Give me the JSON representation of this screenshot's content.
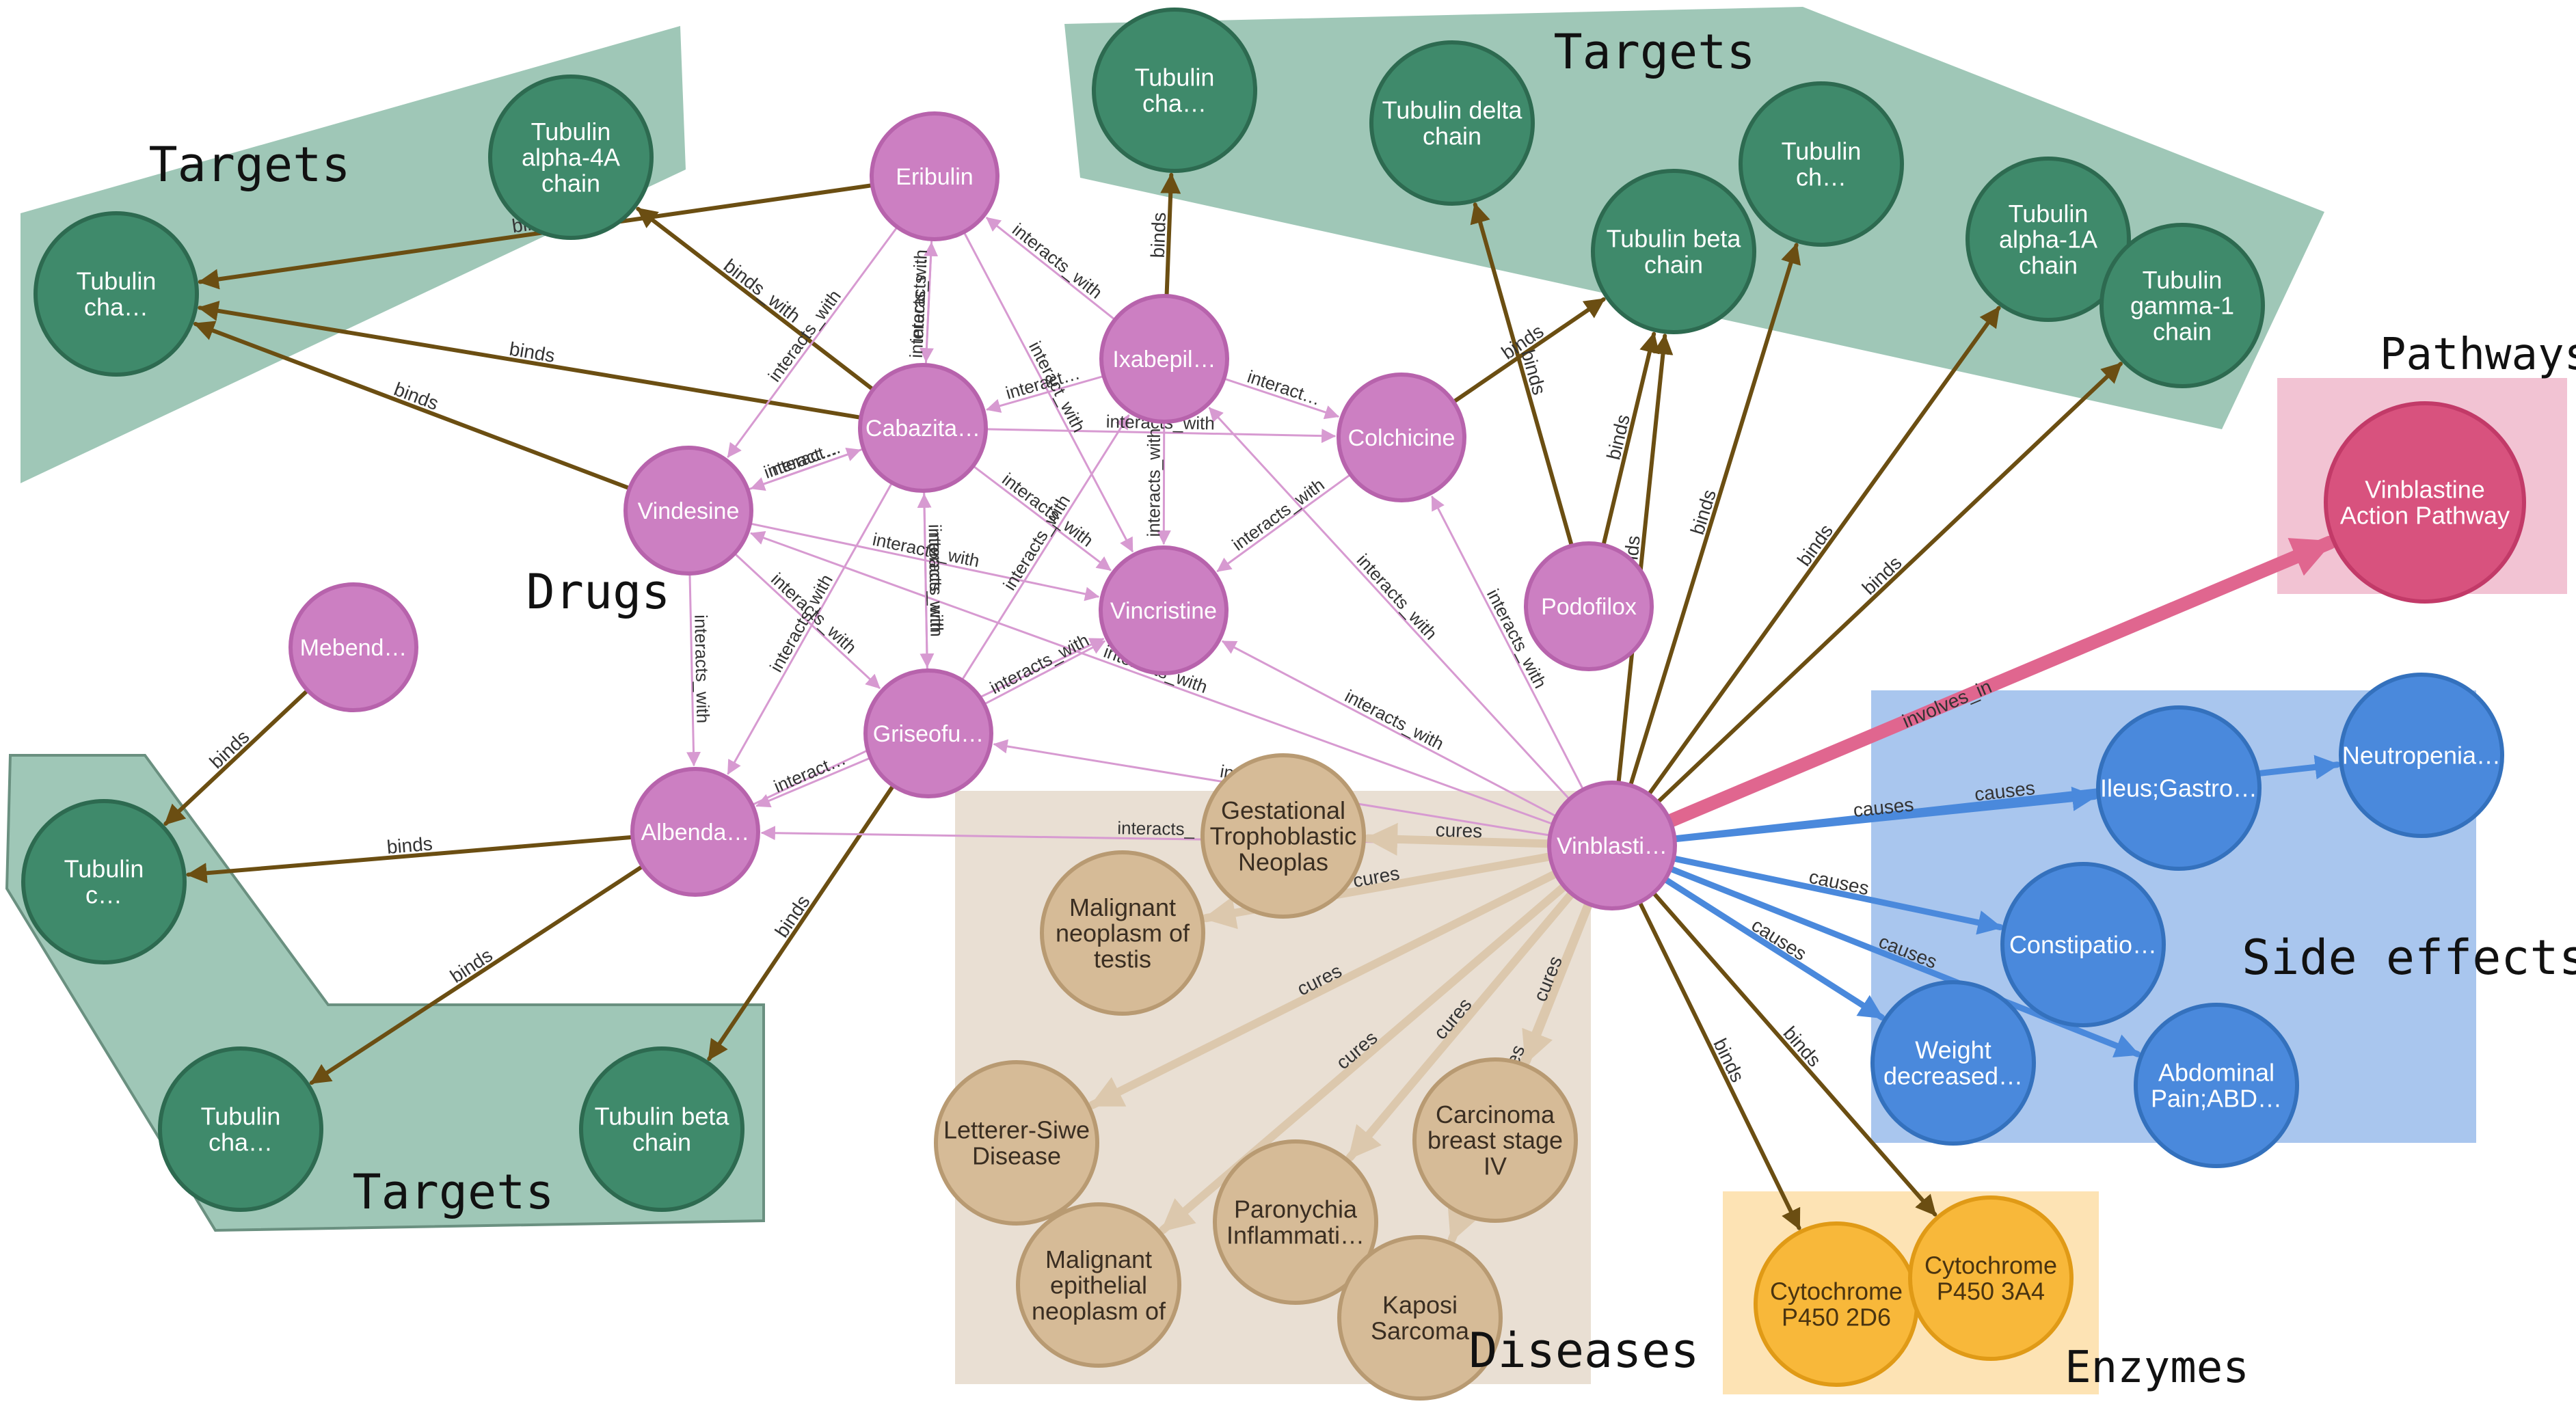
{
  "colors": {
    "target": "#3f8a6b",
    "target_region": "#9fc7b7",
    "drug": "#cc7fc2",
    "disease": "#d6bb97",
    "disease_region": "#e9dfd3",
    "side_effect": "#4a89dc",
    "side_effect_region": "#a9c6ee",
    "enzyme": "#f8b83a",
    "enzyme_region": "#fde3b4",
    "pathway": "#d8527e",
    "pathway_region": "#f2c3d3",
    "binds_edge": "#6b4e12",
    "interacts_edge": "#d79ad1",
    "cures_edge": "#dcc8ad",
    "causes_edge": "#4a89dc",
    "involves_edge": "#e0668f"
  },
  "regions": [
    {
      "id": "targets_tl",
      "label": "Targets",
      "kind": "target"
    },
    {
      "id": "targets_top",
      "label": "Targets",
      "kind": "target"
    },
    {
      "id": "targets_bl",
      "label": "Targets",
      "kind": "target"
    },
    {
      "id": "pathways",
      "label": "Pathways",
      "kind": "pathway"
    },
    {
      "id": "side_effects",
      "label": "Side effects",
      "kind": "side_effect"
    },
    {
      "id": "diseases",
      "label": "Diseases",
      "kind": "disease"
    },
    {
      "id": "enzymes",
      "label": "Enzymes",
      "kind": "enzyme"
    },
    {
      "id": "drugs",
      "label": "Drugs",
      "kind": "drug"
    }
  ],
  "nodes": [
    {
      "id": "t_alpha4a",
      "lines": [
        "Tubulin",
        "alpha-4A",
        "chain"
      ],
      "kind": "target"
    },
    {
      "id": "t_cha_tl",
      "lines": [
        "Tubulin",
        "cha…"
      ],
      "kind": "target"
    },
    {
      "id": "t_cha_top",
      "lines": [
        "Tubulin",
        "cha…"
      ],
      "kind": "target"
    },
    {
      "id": "t_delta",
      "lines": [
        "Tubulin delta",
        "chain"
      ],
      "kind": "target"
    },
    {
      "id": "t_beta_top",
      "lines": [
        "Tubulin beta",
        "chain"
      ],
      "kind": "target"
    },
    {
      "id": "t_ch_top",
      "lines": [
        "Tubulin",
        "ch…"
      ],
      "kind": "target"
    },
    {
      "id": "t_alpha1a",
      "lines": [
        "Tubulin",
        "alpha-1A",
        "chain"
      ],
      "kind": "target"
    },
    {
      "id": "t_gamma1",
      "lines": [
        "Tubulin",
        "gamma-1",
        "chain"
      ],
      "kind": "target"
    },
    {
      "id": "t_c_bl",
      "lines": [
        "Tubulin",
        "c…"
      ],
      "kind": "target"
    },
    {
      "id": "t_cha_bl",
      "lines": [
        "Tubulin",
        "cha…"
      ],
      "kind": "target"
    },
    {
      "id": "t_beta_bl",
      "lines": [
        "Tubulin beta",
        "chain"
      ],
      "kind": "target"
    },
    {
      "id": "d_eribulin",
      "lines": [
        "Eribulin"
      ],
      "kind": "drug"
    },
    {
      "id": "d_cabazita",
      "lines": [
        "Cabazita…"
      ],
      "kind": "drug"
    },
    {
      "id": "d_ixabepil",
      "lines": [
        "Ixabepil…"
      ],
      "kind": "drug"
    },
    {
      "id": "d_colchicine",
      "lines": [
        "Colchicine"
      ],
      "kind": "drug"
    },
    {
      "id": "d_vindesine",
      "lines": [
        "Vindesine"
      ],
      "kind": "drug"
    },
    {
      "id": "d_vincristine",
      "lines": [
        "Vincristine"
      ],
      "kind": "drug"
    },
    {
      "id": "d_podofilox",
      "lines": [
        "Podofilox"
      ],
      "kind": "drug"
    },
    {
      "id": "d_mebend",
      "lines": [
        "Mebend…"
      ],
      "kind": "drug"
    },
    {
      "id": "d_griseofu",
      "lines": [
        "Griseofu…"
      ],
      "kind": "drug"
    },
    {
      "id": "d_albenda",
      "lines": [
        "Albenda…"
      ],
      "kind": "drug"
    },
    {
      "id": "d_vinblasti",
      "lines": [
        "Vinblasti…"
      ],
      "kind": "drug"
    },
    {
      "id": "p_vinblastine",
      "lines": [
        "Vinblastine",
        "Action Pathway"
      ],
      "kind": "pathway"
    },
    {
      "id": "s_ileus",
      "lines": [
        "Ileus;Gastro…"
      ],
      "kind": "side_effect"
    },
    {
      "id": "s_neutropenia",
      "lines": [
        "Neutropenia…"
      ],
      "kind": "side_effect"
    },
    {
      "id": "s_constipation",
      "lines": [
        "Constipatio…"
      ],
      "kind": "side_effect"
    },
    {
      "id": "s_weight",
      "lines": [
        "Weight",
        "decreased…"
      ],
      "kind": "side_effect"
    },
    {
      "id": "s_abdominal",
      "lines": [
        "Abdominal",
        "Pain;ABD…"
      ],
      "kind": "side_effect"
    },
    {
      "id": "x_gestational",
      "lines": [
        "Gestational",
        "Trophoblastic",
        "Neoplas"
      ],
      "kind": "disease"
    },
    {
      "id": "x_testis",
      "lines": [
        "Malignant",
        "neoplasm of",
        "testis"
      ],
      "kind": "disease"
    },
    {
      "id": "x_letterer",
      "lines": [
        "Letterer-Siwe",
        "Disease"
      ],
      "kind": "disease"
    },
    {
      "id": "x_carcinoma",
      "lines": [
        "Carcinoma",
        "breast stage",
        "IV"
      ],
      "kind": "disease"
    },
    {
      "id": "x_paronychia",
      "lines": [
        "Paronychia",
        "Inflammati…"
      ],
      "kind": "disease"
    },
    {
      "id": "x_epithelial",
      "lines": [
        "Malignant",
        "epithelial",
        "neoplasm of"
      ],
      "kind": "disease"
    },
    {
      "id": "x_kaposi",
      "lines": [
        "Kaposi",
        "Sarcoma"
      ],
      "kind": "disease"
    },
    {
      "id": "e_2d6",
      "lines": [
        "Cytochrome",
        "P450 2D6"
      ],
      "kind": "enzyme"
    },
    {
      "id": "e_3a4",
      "lines": [
        "Cytochrome",
        "P450 3A4"
      ],
      "kind": "enzyme"
    }
  ],
  "edges": [
    {
      "from": "d_eribulin",
      "to": "t_cha_tl",
      "type": "binds",
      "label": "binds"
    },
    {
      "from": "d_cabazita",
      "to": "t_alpha4a",
      "type": "binds",
      "label": "binds_with"
    },
    {
      "from": "d_cabazita",
      "to": "t_cha_tl",
      "type": "binds",
      "label": "binds"
    },
    {
      "from": "d_vindesine",
      "to": "t_cha_tl",
      "type": "binds",
      "label": "binds"
    },
    {
      "from": "d_ixabepil",
      "to": "t_cha_top",
      "type": "binds",
      "label": "binds"
    },
    {
      "from": "d_colchicine",
      "to": "t_beta_top",
      "type": "binds",
      "label": "binds"
    },
    {
      "from": "d_podofilox",
      "to": "t_delta",
      "type": "binds",
      "label": "binds"
    },
    {
      "from": "d_podofilox",
      "to": "t_beta_top",
      "type": "binds",
      "label": "binds"
    },
    {
      "from": "d_vinblasti",
      "to": "t_beta_top",
      "type": "binds",
      "label": "binds"
    },
    {
      "from": "d_vinblasti",
      "to": "t_ch_top",
      "type": "binds",
      "label": "binds"
    },
    {
      "from": "d_vinblasti",
      "to": "t_alpha1a",
      "type": "binds",
      "label": "binds"
    },
    {
      "from": "d_vinblasti",
      "to": "t_gamma1",
      "type": "binds",
      "label": "binds"
    },
    {
      "from": "d_mebend",
      "to": "t_c_bl",
      "type": "binds",
      "label": "binds"
    },
    {
      "from": "d_albenda",
      "to": "t_c_bl",
      "type": "binds",
      "label": "binds"
    },
    {
      "from": "d_albenda",
      "to": "t_cha_bl",
      "type": "binds",
      "label": "binds"
    },
    {
      "from": "d_griseofu",
      "to": "t_beta_bl",
      "type": "binds",
      "label": "binds"
    },
    {
      "from": "d_vinblasti",
      "to": "e_2d6",
      "type": "binds",
      "label": "binds"
    },
    {
      "from": "d_vinblasti",
      "to": "e_3a4",
      "type": "binds",
      "label": "binds"
    },
    {
      "from": "d_cabazita",
      "to": "d_eribulin",
      "type": "interacts",
      "label": "interacts_with"
    },
    {
      "from": "d_eribulin",
      "to": "d_cabazita",
      "type": "interacts",
      "label": "interacts…"
    },
    {
      "from": "d_eribulin",
      "to": "d_vindesine",
      "type": "interacts",
      "label": "interacts_with"
    },
    {
      "from": "d_ixabepil",
      "to": "d_eribulin",
      "type": "interacts",
      "label": "interacts_with"
    },
    {
      "from": "d_eribulin",
      "to": "d_vincristine",
      "type": "interacts",
      "label": "interact_with"
    },
    {
      "from": "d_ixabepil",
      "to": "d_cabazita",
      "type": "interacts",
      "label": "interact…"
    },
    {
      "from": "d_ixabepil",
      "to": "d_colchicine",
      "type": "interacts",
      "label": "interact…"
    },
    {
      "from": "d_cabazita",
      "to": "d_colchicine",
      "type": "interacts",
      "label": "interacts_with"
    },
    {
      "from": "d_ixabepil",
      "to": "d_vincristine",
      "type": "interacts",
      "label": "interacts_with"
    },
    {
      "from": "d_cabazita",
      "to": "d_vindesine",
      "type": "interacts",
      "label": "interact…"
    },
    {
      "from": "d_vindesine",
      "to": "d_cabazita",
      "type": "interacts",
      "label": "interact…"
    },
    {
      "from": "d_vindesine",
      "to": "d_vincristine",
      "type": "interacts",
      "label": "interacts_with"
    },
    {
      "from": "d_vindesine",
      "to": "d_albenda",
      "type": "interacts",
      "label": "interacts_with"
    },
    {
      "from": "d_cabazita",
      "to": "d_albenda",
      "type": "interacts",
      "label": "interacts_with"
    },
    {
      "from": "d_cabazita",
      "to": "d_griseofu",
      "type": "interacts",
      "label": "interacts_with"
    },
    {
      "from": "d_griseofu",
      "to": "d_cabazita",
      "type": "interacts",
      "label": "interacts_with"
    },
    {
      "from": "d_cabazita",
      "to": "d_vincristine",
      "type": "interacts",
      "label": "interacts_with"
    },
    {
      "from": "d_griseofu",
      "to": "d_vincristine",
      "type": "interacts",
      "label": "interacts_with"
    },
    {
      "from": "d_griseofu",
      "to": "d_ixabepil",
      "type": "interacts",
      "label": "interacts_with"
    },
    {
      "from": "d_griseofu",
      "to": "d_albenda",
      "type": "interacts",
      "label": "interact…"
    },
    {
      "from": "d_vindesine",
      "to": "d_griseofu",
      "type": "interacts",
      "label": "interacts_with"
    },
    {
      "from": "d_albenda",
      "to": "d_vincristine",
      "type": "interacts",
      "label": "interacts_with"
    },
    {
      "from": "d_colchicine",
      "to": "d_vincristine",
      "type": "interacts",
      "label": "interacts_with"
    },
    {
      "from": "d_vinblasti",
      "to": "d_ixabepil",
      "type": "interacts",
      "label": "interacts_with"
    },
    {
      "from": "d_vinblasti",
      "to": "d_colchicine",
      "type": "interacts",
      "label": "interacts_with"
    },
    {
      "from": "d_vinblasti",
      "to": "d_vincristine",
      "type": "interacts",
      "label": "interacts_with"
    },
    {
      "from": "d_vinblasti",
      "to": "d_vindesine",
      "type": "interacts",
      "label": "interacts_with"
    },
    {
      "from": "d_vinblasti",
      "to": "d_griseofu",
      "type": "interacts",
      "label": "interacts_with"
    },
    {
      "from": "d_vinblasti",
      "to": "d_albenda",
      "type": "interacts",
      "label": "interacts_"
    },
    {
      "from": "d_vinblasti",
      "to": "p_vinblastine",
      "type": "involves",
      "label": "involves_in"
    },
    {
      "from": "d_vinblasti",
      "to": "s_ileus",
      "type": "causes",
      "label": "causes"
    },
    {
      "from": "d_vinblasti",
      "to": "s_neutropenia",
      "type": "causes",
      "label": "causes"
    },
    {
      "from": "d_vinblasti",
      "to": "s_constipation",
      "type": "causes",
      "label": "causes"
    },
    {
      "from": "d_vinblasti",
      "to": "s_weight",
      "type": "causes",
      "label": "causes"
    },
    {
      "from": "d_vinblasti",
      "to": "s_abdominal",
      "type": "causes",
      "label": "causes"
    },
    {
      "from": "d_vinblasti",
      "to": "x_gestational",
      "type": "cures",
      "label": "cures"
    },
    {
      "from": "d_vinblasti",
      "to": "x_testis",
      "type": "cures",
      "label": "cures"
    },
    {
      "from": "d_vinblasti",
      "to": "x_letterer",
      "type": "cures",
      "label": "cures"
    },
    {
      "from": "d_vinblasti",
      "to": "x_epithelial",
      "type": "cures",
      "label": "cures"
    },
    {
      "from": "d_vinblasti",
      "to": "x_paronychia",
      "type": "cures",
      "label": "cures"
    },
    {
      "from": "d_vinblasti",
      "to": "x_kaposi",
      "type": "cures",
      "label": "cures"
    },
    {
      "from": "d_vinblasti",
      "to": "x_carcinoma",
      "type": "cures",
      "label": "cures"
    }
  ]
}
